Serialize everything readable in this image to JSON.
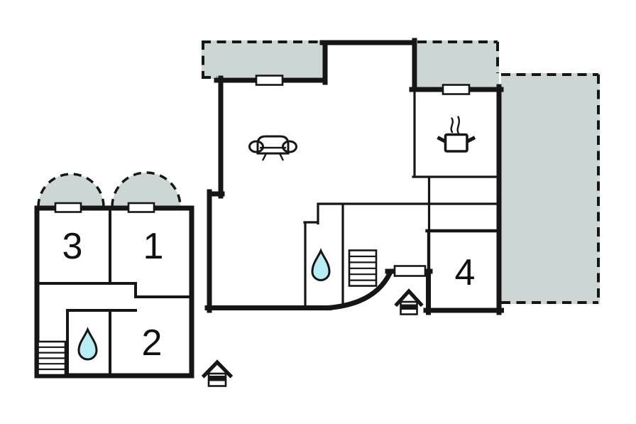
{
  "page": {
    "title": "Holiday home floor plan",
    "background": "#ffffff"
  },
  "colors": {
    "wall": "#161616",
    "terrace_shade": "#ccd6d4",
    "water_drop": "#b7eef6",
    "window_fill": "#ffffff"
  },
  "labels": {
    "room1": "1",
    "room2": "2",
    "room3": "3",
    "room4": "4"
  },
  "left_building": {
    "rooms": [
      "3",
      "1",
      "2"
    ],
    "features": [
      "balcony-arch",
      "balcony-arch",
      "window",
      "window",
      "stairs",
      "water-drop",
      "entrance"
    ]
  },
  "right_building": {
    "rooms": [
      "4"
    ],
    "features": [
      "terrace",
      "terrace",
      "terrace",
      "window",
      "window",
      "sofa",
      "cooking-pot",
      "stairs",
      "water-drop",
      "door",
      "entrance"
    ]
  }
}
